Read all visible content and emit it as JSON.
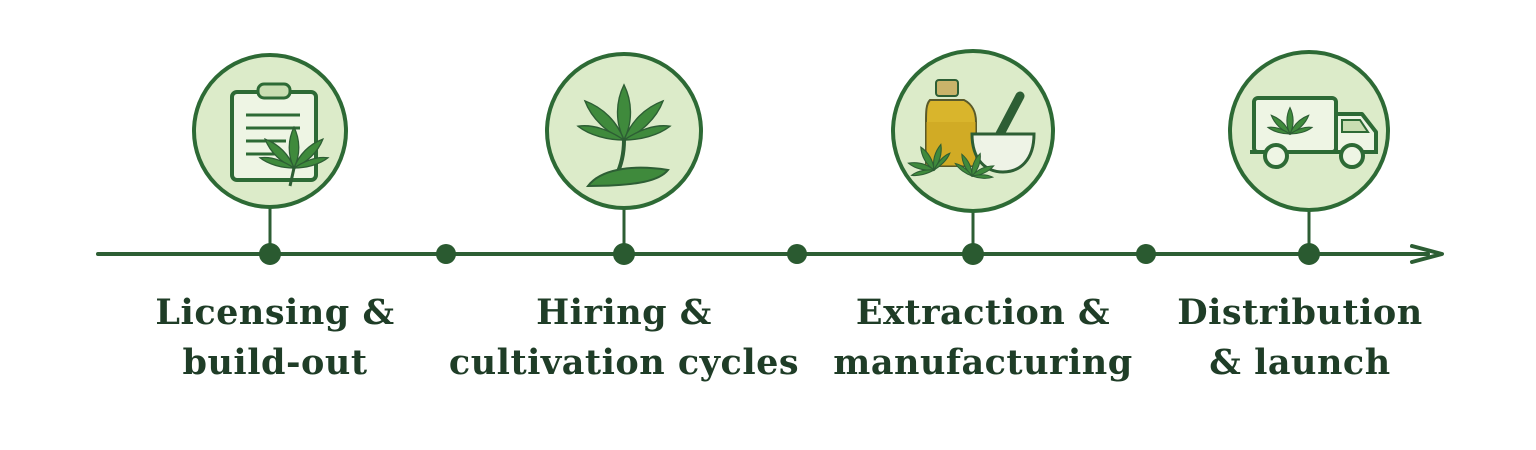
{
  "colors": {
    "line": "#2d5e34",
    "dot": "#2a5a30",
    "circle_fill": "#dcebc9",
    "circle_stroke": "#2d6a35",
    "leaf": "#3f8a3c",
    "text": "#1f3d27",
    "oil": "#d9b52c"
  },
  "stages": [
    {
      "icon": "clipboard-leaf-icon",
      "line1": "Licensing &",
      "line2": "build-out"
    },
    {
      "icon": "cannabis-plant-icon",
      "line1": "Hiring &",
      "line2": "cultivation cycles"
    },
    {
      "icon": "oil-bottle-mortar-icon",
      "line1": "Extraction &",
      "line2": "manufacturing"
    },
    {
      "icon": "delivery-truck-icon",
      "line1": "Distribution",
      "line2": "& launch"
    }
  ]
}
